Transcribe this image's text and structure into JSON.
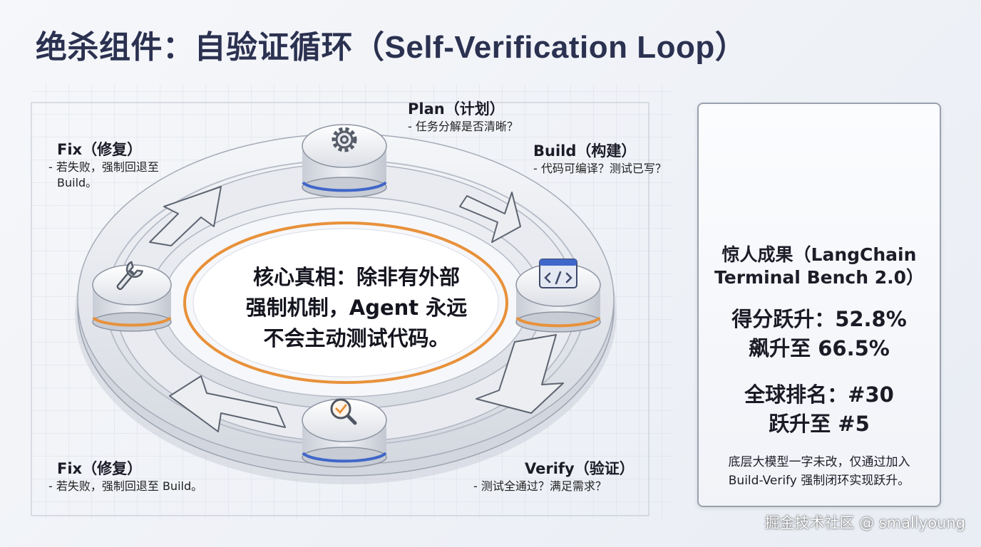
{
  "title": "绝杀组件：自验证循环（Self-Verification Loop）",
  "stages": {
    "plan": {
      "name": "Plan（计划）",
      "desc": "- 任务分解是否清晰？"
    },
    "build": {
      "name": "Build（构建）",
      "desc": "- 代码可编译？测试已写？"
    },
    "verify": {
      "name": "Verify（验证）",
      "desc": "- 测试全通过？满足需求？"
    },
    "fix_top": {
      "name": "Fix（修复）",
      "desc_line1": "- 若失败，强制回退至",
      "desc_line2": "Build。"
    },
    "fix_bottom": {
      "name": "Fix（修复）",
      "desc": "- 若失败，强制回退至 Build。"
    }
  },
  "core": {
    "line1": "核心真相：除非有外部",
    "line2": "强制机制，Agent 永远",
    "line3": "不会主动测试代码。"
  },
  "results": {
    "heading_line1": "惊人成果（LangChain",
    "heading_line2": "Terminal Bench 2.0）",
    "score_line1": "得分跃升：52.8%",
    "score_line2": "飙升至 66.5%",
    "rank_line1": "全球排名：#30",
    "rank_line2": "跃升至 #5",
    "note_line1": "底层大模型一字未改，仅通过加入",
    "note_line2": "Build-Verify 强制闭环实现跃升。"
  },
  "icons": {
    "plan": "gear-icon",
    "build": "code-window-icon",
    "verify": "magnifier-check-icon",
    "fix": "wrench-icon",
    "results": "gauge-bar-chart-icon"
  },
  "colors": {
    "title": "#2b3150",
    "accent_orange": "#e8913a",
    "accent_blue": "#3f66c9",
    "ring": "#dfe2e8"
  },
  "watermark": "掘金技术社区 @ smallyoung"
}
